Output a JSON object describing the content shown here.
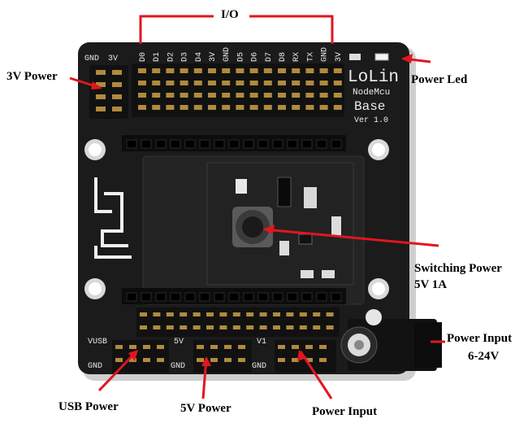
{
  "io_label": "I/O",
  "pin_labels": [
    "D0",
    "D1",
    "D2",
    "D3",
    "D4",
    "3V",
    "GND",
    "D5",
    "D6",
    "D7",
    "D8",
    "RX",
    "TX",
    "GND",
    "3V"
  ],
  "left_header": {
    "gnd": "GND",
    "v3": "3V"
  },
  "brand": {
    "line1": "LoLin",
    "line2": "NodeMcu",
    "line3": "Base",
    "version": "Ver 1.0"
  },
  "bottom_pins": {
    "vusb": "VUSB",
    "v5": "5V",
    "v1": "V1",
    "gnd": "GND"
  },
  "callouts": {
    "power_3v": "3V Power",
    "power_led": "Power Led",
    "switching_line1": "Switching Power",
    "switching_line2": "5V 1A",
    "power_input_right_line1": "Power Input",
    "power_input_right_line2": "6-24V",
    "usb_power": "USB Power",
    "power_5v": "5V Power",
    "power_input_bottom": "Power Input"
  },
  "colors": {
    "board": "#1b1b1b",
    "pin": "#b08a3e",
    "callout_line": "#e0161f",
    "silk": "#e8e8e8"
  }
}
